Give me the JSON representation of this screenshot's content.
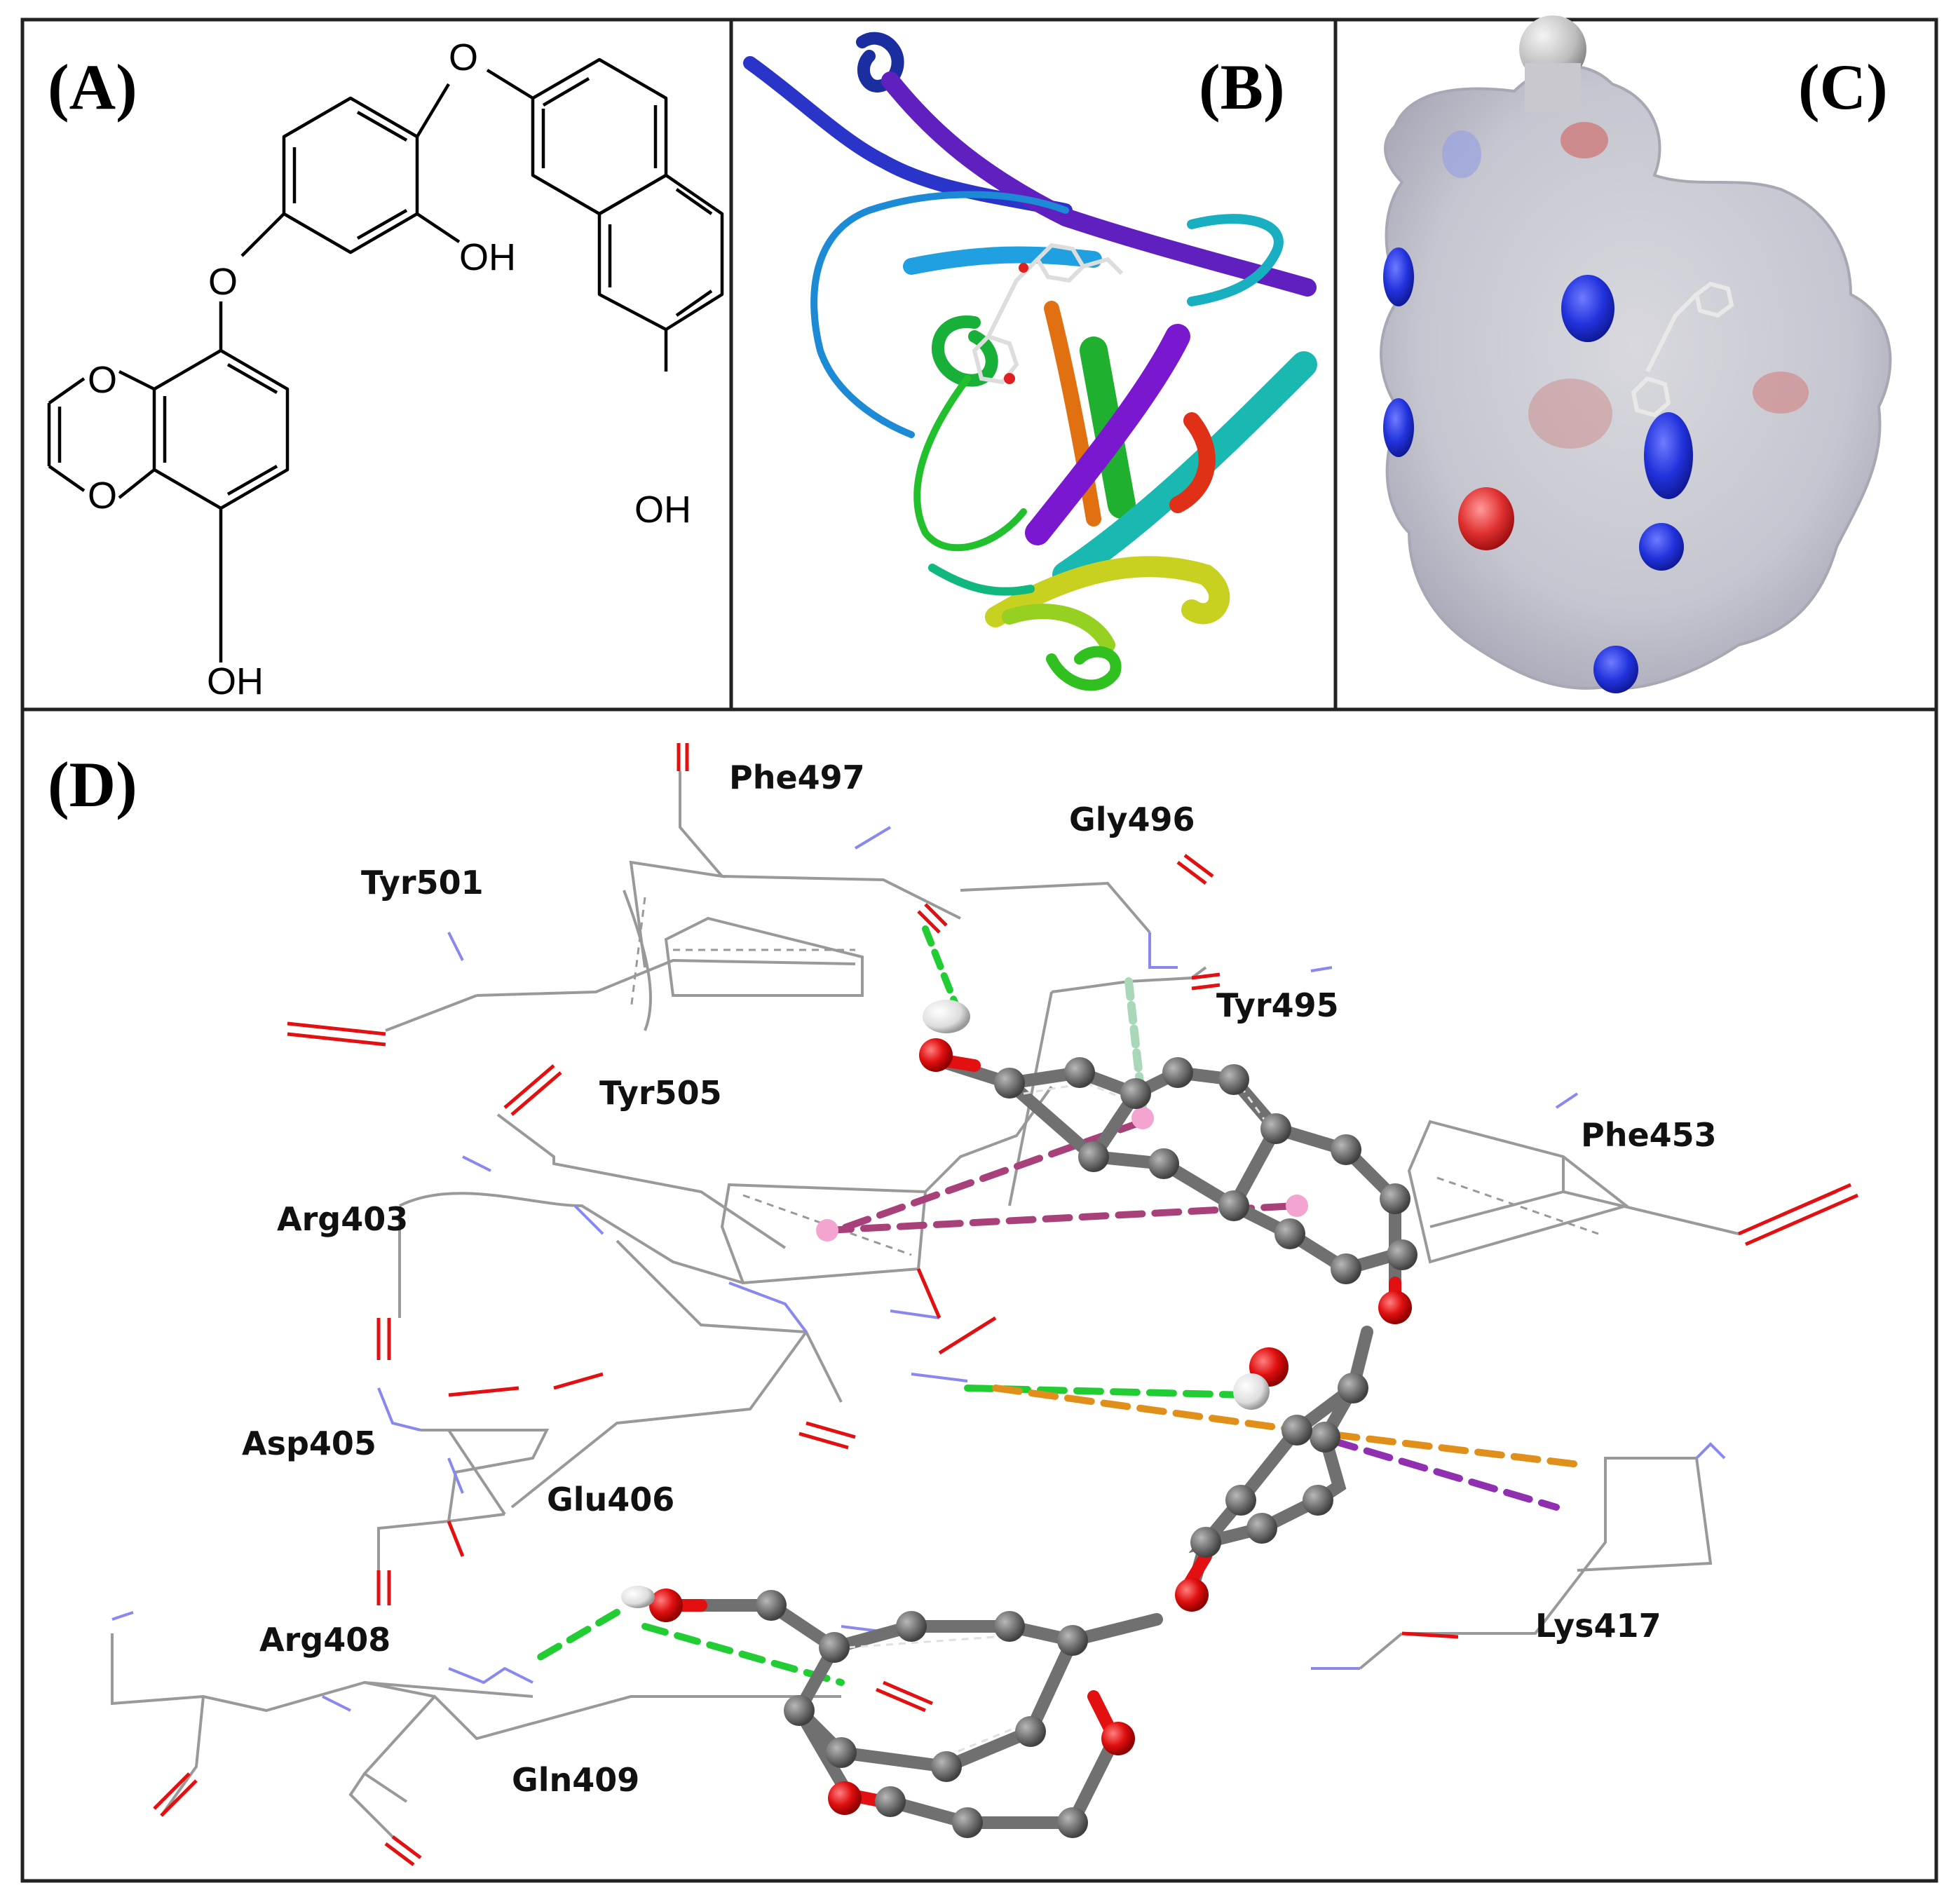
{
  "panels": {
    "A": {
      "label": "(A)"
    },
    "B": {
      "label": "(B)"
    },
    "C": {
      "label": "(C)"
    },
    "D": {
      "label": "(D)"
    }
  },
  "structure": {
    "oh_top": "OH",
    "oh_right": "OH",
    "oh_bottom": "OH",
    "o_ether_top": "O",
    "o_ether_left": "O",
    "o_ring_upper": "O",
    "o_ring_lower": "O"
  },
  "residues": {
    "phe497": "Phe497",
    "gly496": "Gly496",
    "tyr501": "Tyr501",
    "tyr495": "Tyr495",
    "tyr505": "Tyr505",
    "phe453": "Phe453",
    "arg403": "Arg403",
    "asp405": "Asp405",
    "glu406": "Glu406",
    "arg408": "Arg408",
    "lys417": "Lys417",
    "gln409": "Gln409"
  },
  "colors": {
    "hbond": "#22cc33",
    "carbon_hbond": "#a8d8b8",
    "pi_pi": "#a8407a",
    "pi_cation": "#e0901a",
    "pi_sigma": "#9030b0",
    "oxygen": "#e21010",
    "nitrogen": "#8888ee",
    "carbon": "#777777",
    "frame": "#222222"
  }
}
